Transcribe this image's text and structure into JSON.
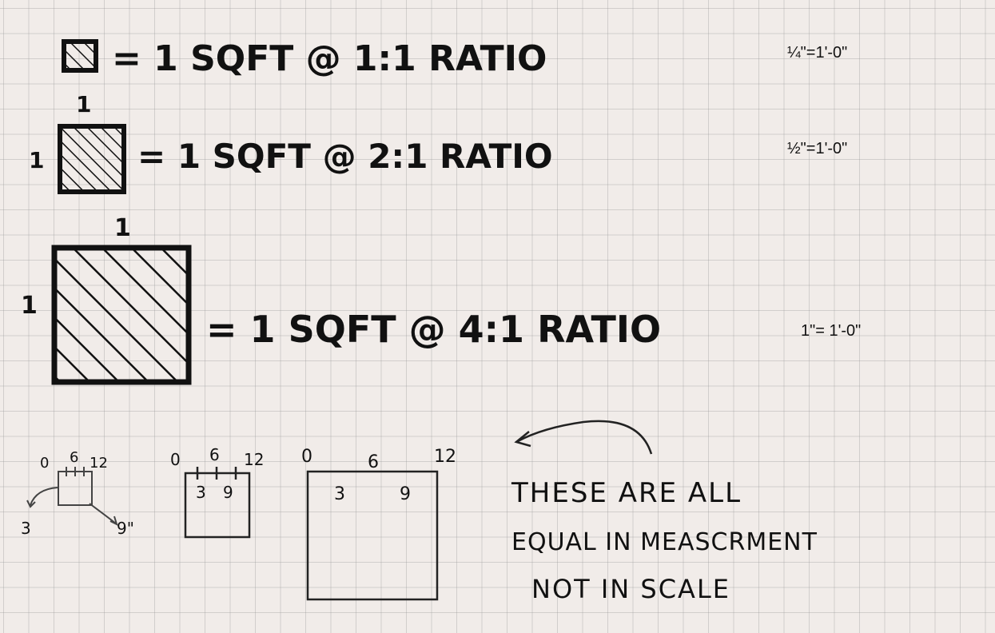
{
  "rows": [
    {
      "dim_top": "",
      "dim_left": "",
      "label": "= 1 SQFT @ 1:1 RATIO",
      "scale": "¼\"=1'-0\""
    },
    {
      "dim_top": "1",
      "dim_left": "1",
      "label": "= 1 SQFT @ 2:1 RATIO",
      "scale": "½\"=1'-0\""
    },
    {
      "dim_top": "1",
      "dim_left": "1",
      "label": "= 1 SQFT @ 4:1 RATIO",
      "scale": "1\"= 1'-0\""
    }
  ],
  "small_squares": [
    {
      "ticks": [
        "0",
        "6",
        "12"
      ],
      "inside": [],
      "outside": [
        "3",
        "9\""
      ]
    },
    {
      "ticks": [
        "0",
        "6",
        "12"
      ],
      "inside": [
        "3",
        "9"
      ],
      "outside": []
    },
    {
      "ticks": [
        "0",
        "6",
        "12"
      ],
      "inside": [
        "3",
        "9"
      ],
      "outside": []
    }
  ],
  "note": {
    "lines": [
      "THESE ARE ALL",
      "EQUAL IN MEASCRMENT",
      "NOT IN SCALE"
    ]
  },
  "colors": {
    "paper": "#f1ece9",
    "ink": "#111111",
    "pencil": "#555555"
  }
}
